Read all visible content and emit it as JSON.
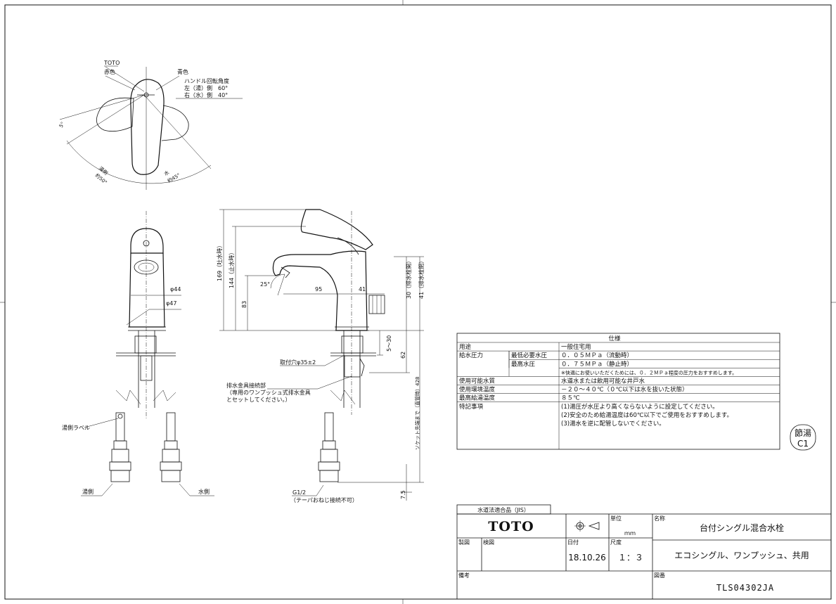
{
  "top_view": {
    "brand": "TOTO",
    "red": "赤色",
    "blue": "青色",
    "rotation_title": "ハンドル回転角度",
    "rotation_left": "左（湯）側　60°",
    "rotation_right": "右（水）側　40°",
    "angle_small": "5°",
    "hot_label": "湯側",
    "hot_angle": "約50°",
    "cold_label": "水",
    "cold_angle": "約45°"
  },
  "front_view": {
    "dia44": "φ44",
    "dia47": "φ47",
    "hot_label": "湯側ラベル",
    "hot_side": "湯側",
    "cold_side": "水側"
  },
  "side_view": {
    "h169": "169（吐水時）",
    "h144": "144（止水時）",
    "h83": "83",
    "angle25": "25°",
    "d95": "95",
    "d41": "41",
    "d30": "30（排水栓開）",
    "d41b": "41（排水栓閉）",
    "d5_30": "5〜30",
    "d62": "62",
    "d428": "ソケット先端まで（直管時）428",
    "d75": "7.5",
    "mount_hole": "取付穴φ35±2",
    "drain_title": "排水金具接続部",
    "drain_l1": "（専用のワンプッシュ式排水金具",
    "drain_l2": "とセットしてください。）",
    "g12": "G1/2",
    "g12_note": "（テーパおねじ接続不可）"
  },
  "spec_table": {
    "title": "仕様",
    "rows": [
      {
        "a": "用途",
        "b": "",
        "c": "一般住宅用"
      },
      {
        "a": "給水圧力",
        "b": "最低必要水圧",
        "c": "０．０５ＭＰａ（流動時）"
      },
      {
        "a": "",
        "b": "最高水圧",
        "c": "０．７５ＭＰａ（静止時）"
      },
      {
        "a": "",
        "b": "",
        "c": "※快適にお使いいただくためには、０．２ＭＰａ程度の圧力をおすすめします。"
      },
      {
        "a": "使用可能水質",
        "b": "",
        "c": "水道水または飲用可能な井戸水"
      },
      {
        "a": "使用環境温度",
        "b": "",
        "c": "－２０〜４０℃（０℃以下は水を抜いた状態）"
      },
      {
        "a": "最高給湯温度",
        "b": "",
        "c": "８５℃"
      },
      {
        "a": "特記事項",
        "b": "",
        "c": "(1)湯圧が水圧より高くならないように設定してください。"
      },
      {
        "a": "",
        "b": "",
        "c": "(2)安全のため給湯温度は60℃以下でご使用をおすすめします。"
      },
      {
        "a": "",
        "b": "",
        "c": "(3)湯水を逆に配管しないでください。"
      }
    ]
  },
  "badge": {
    "line1": "節湯",
    "line2": "C1"
  },
  "title_block": {
    "water_law": "水道法適合品（JIS）",
    "logo": "TOTO",
    "unit_label": "単位",
    "unit_value": "ｍｍ",
    "name_label": "名称",
    "name_value": "台付シングル混合水栓",
    "made_label": "製図",
    "check_label": "検図",
    "date_label": "日付",
    "date_value": "18.10.26",
    "scale_label": "尺度",
    "scale_value": "１：３",
    "subtitle": "エコシングル、ワンプッシュ、共用",
    "notes_label": "備考",
    "drawing_no_label": "図番",
    "drawing_no": "TLS04302JA"
  }
}
